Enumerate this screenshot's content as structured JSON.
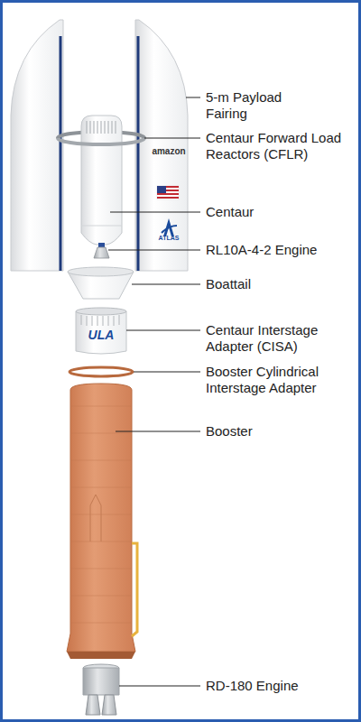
{
  "diagram": {
    "labels": [
      "5-m Payload Fairing",
      "Centaur Forward Load Reactors (CFLR)",
      "Centaur",
      "RL10A-4-2 Engine",
      "Boattail",
      "Centaur Interstage Adapter (CISA)",
      "Booster Cylindrical Interstage Adapter",
      "Booster",
      "RD-180 Engine",
      "amazon",
      "ATLAS",
      "ULA"
    ]
  }
}
